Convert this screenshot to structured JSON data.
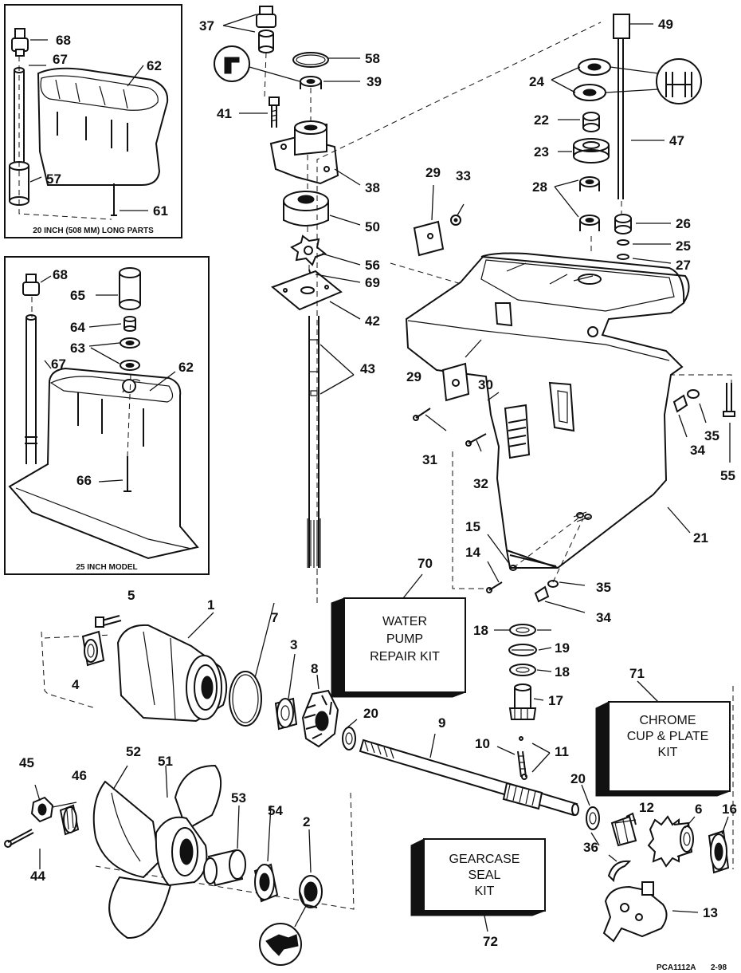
{
  "insets": {
    "top_caption": "20 INCH (508 MM) LONG PARTS",
    "bottom_caption": "25 INCH MODEL"
  },
  "kits": {
    "water_pump": [
      "WATER",
      "PUMP",
      "REPAIR KIT"
    ],
    "chrome_cup": [
      "CHROME",
      "CUP & PLATE",
      "KIT"
    ],
    "gearcase_seal": [
      "GEARCASE",
      "SEAL",
      "KIT"
    ]
  },
  "footer": {
    "code": "PCA1112A",
    "date": "2-98"
  },
  "callouts": {
    "c68a": "68",
    "c67a": "67",
    "c62a": "62",
    "c57": "57",
    "c61": "61",
    "c68b": "68",
    "c65": "65",
    "c64": "64",
    "c63": "63",
    "c67b": "67",
    "c62b": "62",
    "c66": "66",
    "c37": "37",
    "c58": "58",
    "c39": "39",
    "c41": "41",
    "c38": "38",
    "c50": "50",
    "c56": "56",
    "c69": "69",
    "c42": "42",
    "c43": "43",
    "c49": "49",
    "c24": "24",
    "c22": "22",
    "c23": "23",
    "c47": "47",
    "c28": "28",
    "c26": "26",
    "c25": "25",
    "c27": "27",
    "c29a": "29",
    "c33": "33",
    "c29b": "29",
    "c30": "30",
    "c31": "31",
    "c32": "32",
    "c34a": "34",
    "c35a": "35",
    "c55": "55",
    "c21": "21",
    "c15": "15",
    "c14": "14",
    "c35b": "35",
    "c34b": "34",
    "c70": "70",
    "c18a": "18",
    "c19": "19",
    "c18b": "18",
    "c17": "17",
    "c5": "5",
    "c1": "1",
    "c7": "7",
    "c3": "3",
    "c8": "8",
    "c4": "4",
    "c20a": "20",
    "c9": "9",
    "c10": "10",
    "c11": "11",
    "c71": "71",
    "c45": "45",
    "c52": "52",
    "c51": "51",
    "c46": "46",
    "c53": "53",
    "c54": "54",
    "c2": "2",
    "c44": "44",
    "c20b": "20",
    "c12": "12",
    "c6": "6",
    "c16": "16",
    "c36": "36",
    "c13": "13",
    "c72": "72"
  }
}
